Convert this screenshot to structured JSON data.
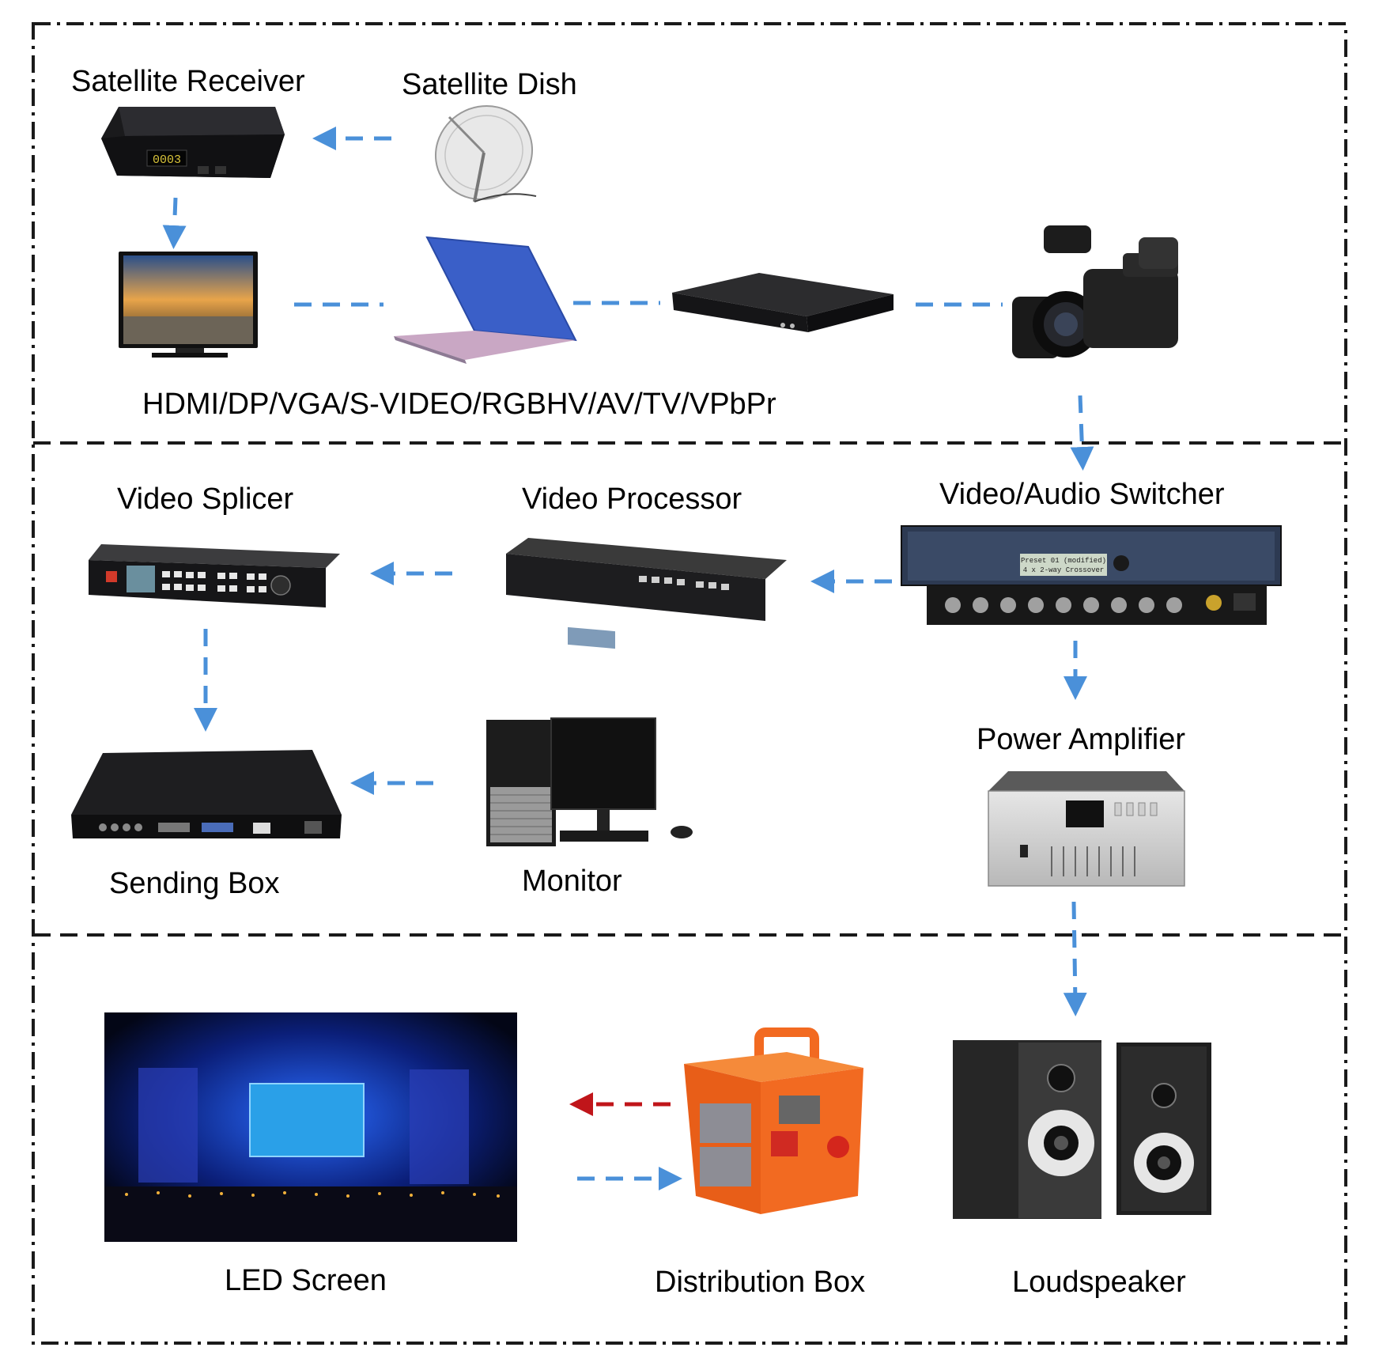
{
  "colors": {
    "arrow_blue": "#4a90d9",
    "arrow_red": "#c0151a",
    "border": "#1a1a1a",
    "device_dark": "#1c1c1e",
    "laptop_blue": "#3a5fc8",
    "orange": "#f26a21"
  },
  "labels": {
    "satellite_receiver": "Satellite Receiver",
    "satellite_dish": "Satellite Dish",
    "signal_types": "HDMI/DP/VGA/S-VIDEO/RGBHV/AV/TV/VPbPr",
    "video_splicer": "Video Splicer",
    "video_processor": "Video Processor",
    "video_audio_switcher": "Video/Audio Switcher",
    "power_amplifier": "Power Amplifier",
    "sending_box": "Sending Box",
    "monitor": "Monitor",
    "led_screen": "LED Screen",
    "distribution_box": "Distribution Box",
    "loudspeaker": "Loudspeaker"
  },
  "device_texts": {
    "receiver_display": "0003",
    "switcher_display_line1": "Preset 01 (modified)",
    "switcher_display_line2": "4 x 2-way Crossover"
  },
  "icons": [
    "satellite-receiver-icon",
    "satellite-dish-icon",
    "tv-icon",
    "laptop-icon",
    "dvd-player-icon",
    "camcorder-icon",
    "video-splicer-icon",
    "video-processor-icon",
    "switcher-icon",
    "sending-box-icon",
    "desktop-computer-icon",
    "power-amplifier-icon",
    "led-screen-icon",
    "distribution-box-icon",
    "loudspeaker-icon"
  ]
}
